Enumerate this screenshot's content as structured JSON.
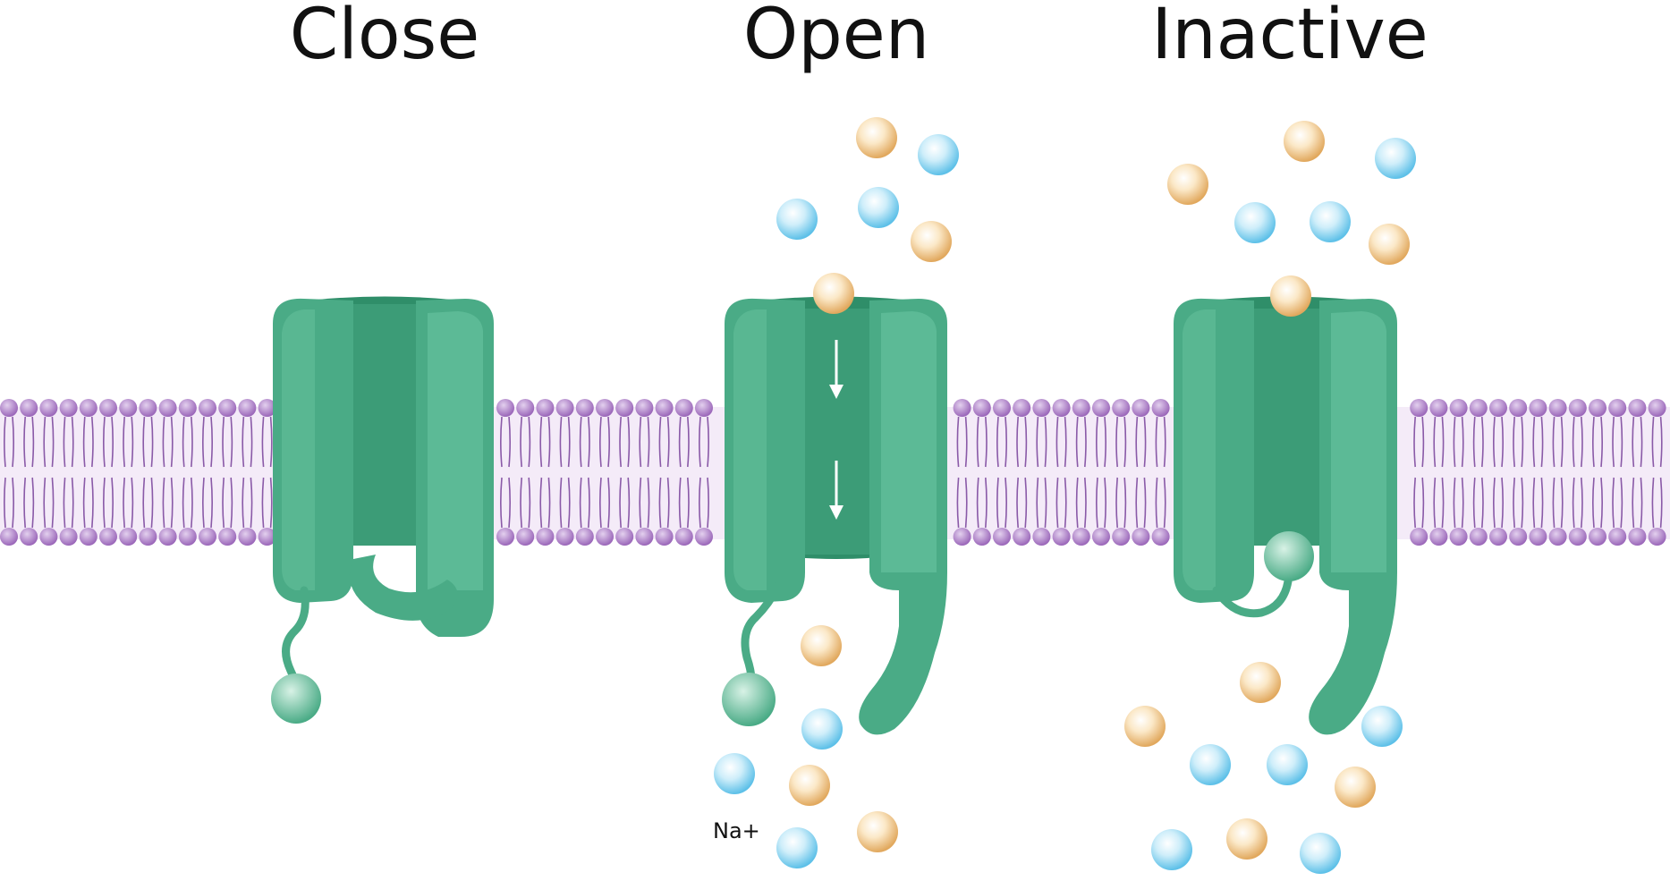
{
  "states": [
    {
      "id": "close",
      "title": "Close"
    },
    {
      "id": "open",
      "title": "Open"
    },
    {
      "id": "inactive",
      "title": "Inactive"
    }
  ],
  "ion_label": "Na+",
  "colors": {
    "channel": "#4aab86",
    "channel_light": "#7cc7a9",
    "channel_dark": "#2f8e69",
    "membrane_head": "#a97bc4",
    "membrane_tail": "#8a5aa8",
    "membrane_fill": "#f2e6f7",
    "ion_orange": "#e8b774",
    "ion_blue": "#7fd0ef",
    "gate_ball": "#8fd0b4"
  }
}
